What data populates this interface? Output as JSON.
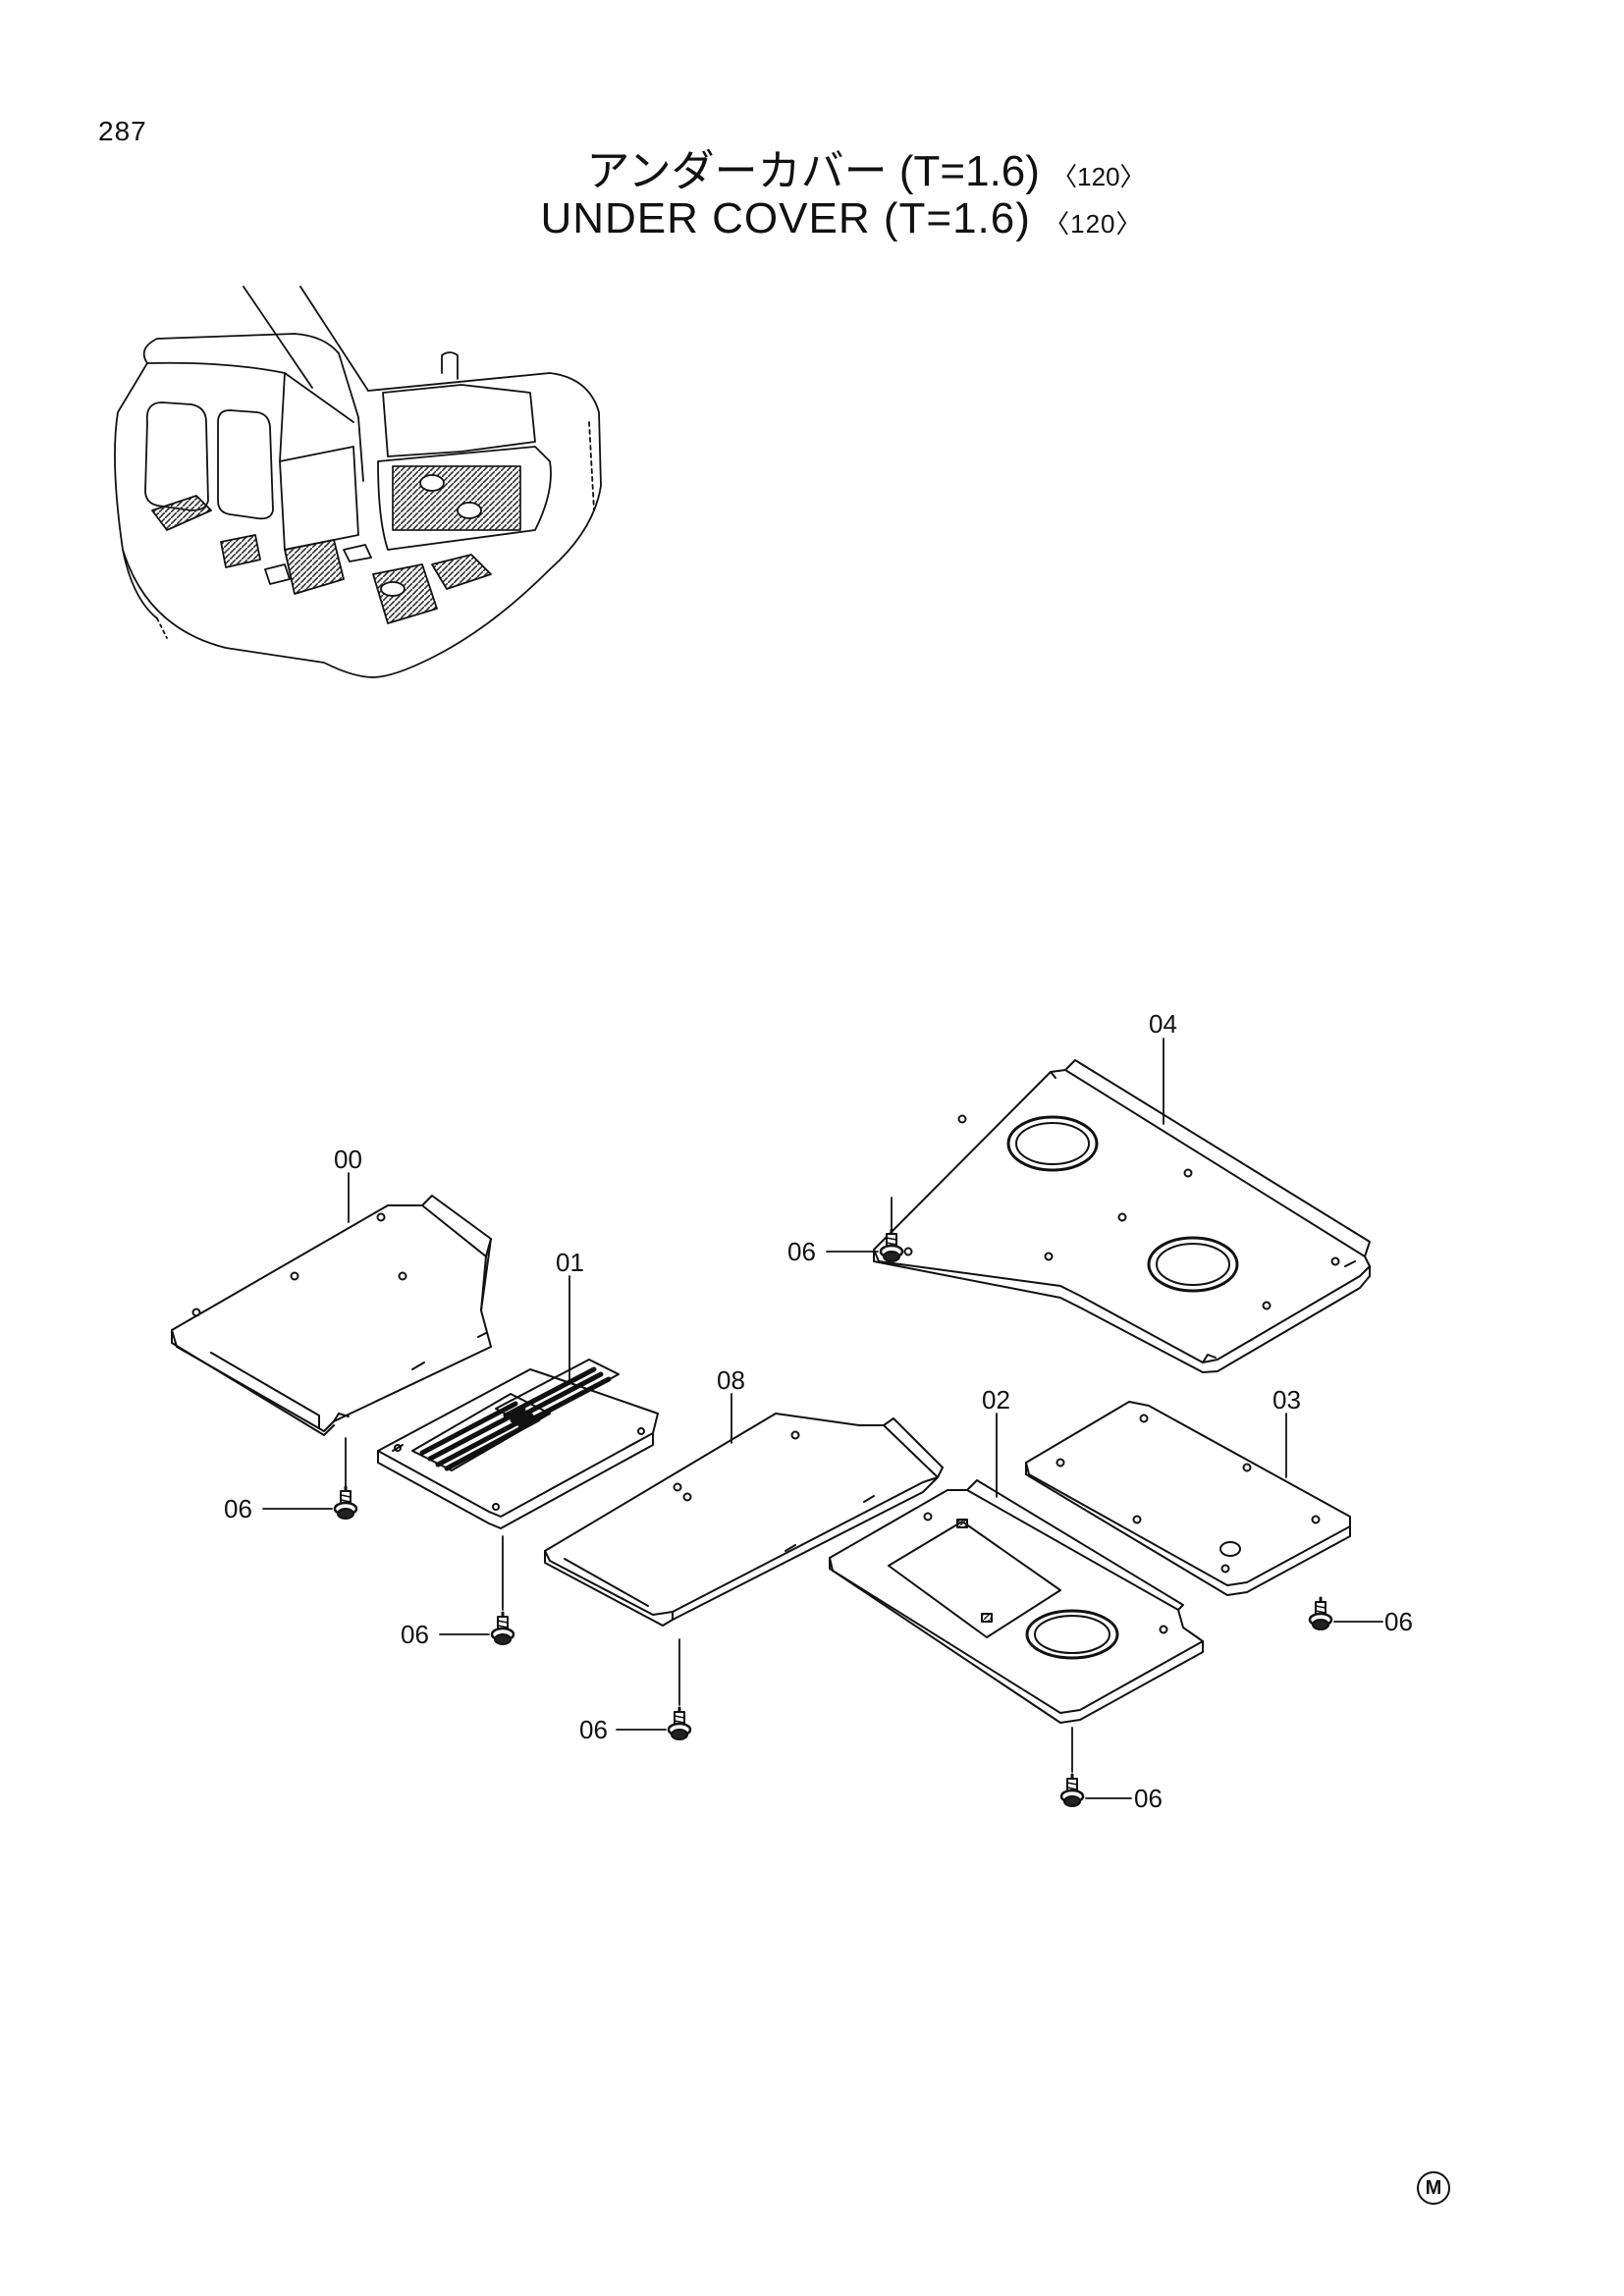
{
  "page_number": "287",
  "title_jp_main": "アンダーカバー (T=1.6)",
  "title_jp_variant": "〈120〉",
  "title_en_main": "UNDER COVER (T=1.6)",
  "title_en_variant": "〈120〉",
  "callouts": {
    "part_00": "00",
    "part_01": "01",
    "part_02": "02",
    "part_03": "03",
    "part_04": "04",
    "part_08": "08",
    "bolt": "06"
  },
  "corner_mark": "M",
  "colors": {
    "line": "#111111",
    "shade": "#555555",
    "paper": "#ffffff"
  }
}
